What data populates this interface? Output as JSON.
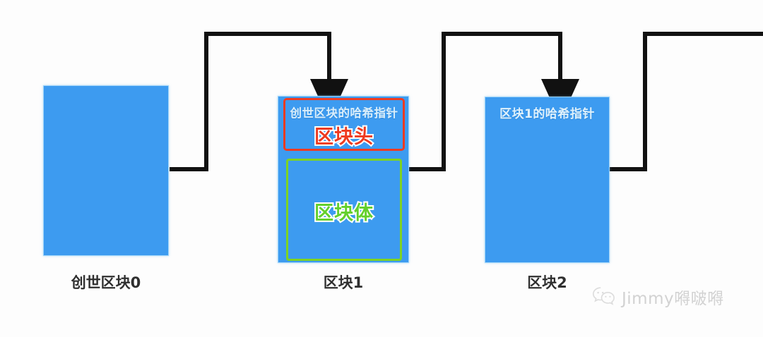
{
  "diagram": {
    "title": "blockchain-structure-diagram",
    "background_color": "#fdfdfd",
    "block_fill_color": "#3d9bf0",
    "header_border_color": "#ef3b21",
    "body_border_color": "#7ed321",
    "link_color": "#111111",
    "blocks": [
      {
        "id": "block0",
        "caption": "创世区块0",
        "pointer_label": "",
        "has_header_box": false,
        "has_body_box": false
      },
      {
        "id": "block1",
        "caption": "区块1",
        "pointer_label": "创世区块的哈希指针",
        "header_title": "区块头",
        "body_title": "区块体",
        "has_header_box": true,
        "has_body_box": true
      },
      {
        "id": "block2",
        "caption": "区块2",
        "pointer_label": "区块1的哈希指针",
        "has_header_box": false,
        "has_body_box": false
      }
    ]
  },
  "watermark": {
    "text": "Jimmy嘚啵嘚",
    "icon": "wechat-icon",
    "color": "#d2d2d2"
  }
}
